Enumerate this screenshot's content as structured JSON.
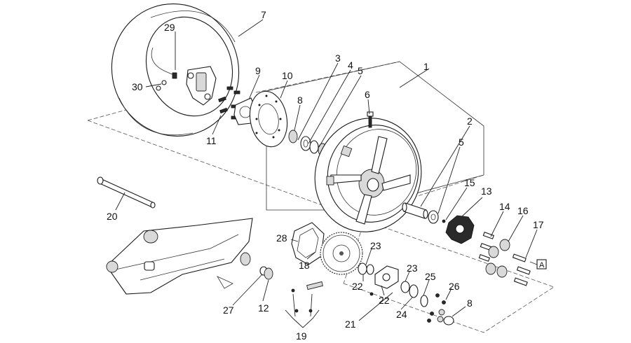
{
  "diagram": {
    "labels": {
      "p1": "1",
      "p2": "2",
      "p3": "3",
      "p4": "4",
      "p5a": "5",
      "p5b": "5",
      "p6": "6",
      "p7": "7",
      "p8a": "8",
      "p8b": "8",
      "p9": "9",
      "p10": "10",
      "p11": "11",
      "p12": "12",
      "p13": "13",
      "p14": "14",
      "p15": "15",
      "p16": "16",
      "p17": "17",
      "p18": "18",
      "p19": "19",
      "p20": "20",
      "p21": "21",
      "p22a": "22",
      "p22b": "22",
      "p23a": "23",
      "p23b": "23",
      "p24": "24",
      "p25": "25",
      "p26": "26",
      "p27": "27",
      "p28": "28",
      "p29": "29",
      "p30": "30"
    },
    "reference_marker": "A"
  }
}
